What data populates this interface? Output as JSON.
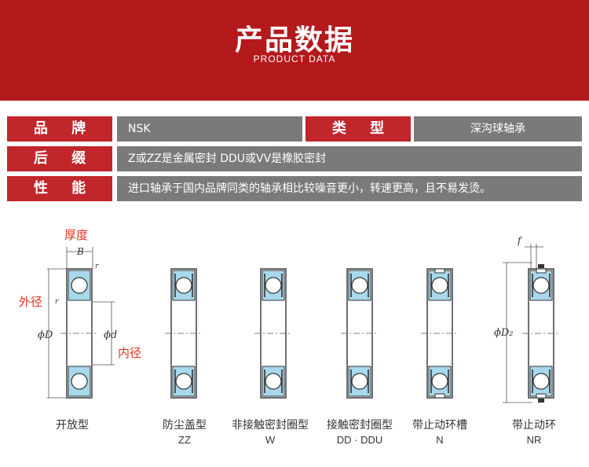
{
  "header": {
    "title": "产品数据",
    "subtitle": "PRODUCT DATA"
  },
  "specs": {
    "brand_label": "品 牌",
    "brand_value": "NSK",
    "type_label": "类 型",
    "type_value": "深沟球轴承",
    "suffix_label": "后 缀",
    "suffix_value": "Z或ZZ是金属密封   DDU或VV是橡胶密封",
    "perf_label": "性 能",
    "perf_value": "进口轴承于国内品牌同类的轴承相比较噪音更小，转速更高，且不易发烫。"
  },
  "diagram": {
    "thickness_label": "厚度",
    "outer_label": "外径",
    "inner_label": "内径",
    "dim_B": "B",
    "dim_r": "r",
    "dim_r2": "r",
    "dim_D": "ϕD",
    "dim_d": "ϕd",
    "dim_f": "f",
    "dim_D2": "ϕD₂",
    "types": [
      {
        "name": "开放型",
        "code": ""
      },
      {
        "name": "防尘盖型",
        "code": "ZZ"
      },
      {
        "name": "非接触密封圈型",
        "code": "W"
      },
      {
        "name": "接触密封圈型",
        "code": "DD · DDU"
      },
      {
        "name": "带止动环槽",
        "code": "N"
      },
      {
        "name": "带止动环",
        "code": "NR"
      }
    ]
  },
  "colors": {
    "banner": "#b4191c",
    "label_red": "#c1262a",
    "value_gray": "#7a7a7a",
    "bearing_blue": "#a8d8ec",
    "annotation_red": "#e8301c"
  }
}
